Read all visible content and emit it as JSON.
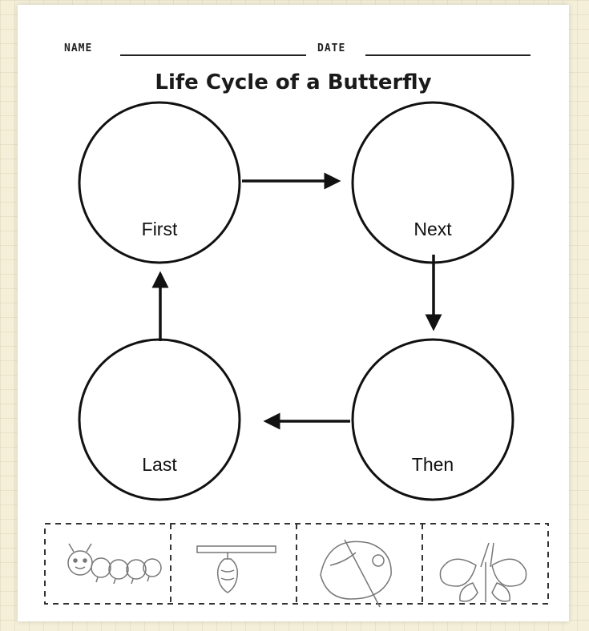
{
  "header": {
    "name_label": "NAME",
    "date_label": "DATE"
  },
  "title": "Life Cycle of a Butterfly",
  "stages": {
    "first": "First",
    "next": "Next",
    "then": "Then",
    "last": "Last"
  },
  "cutouts": [
    {
      "name": "caterpillar-picture"
    },
    {
      "name": "chrysalis-picture"
    },
    {
      "name": "egg-on-leaf-picture"
    },
    {
      "name": "butterfly-picture"
    }
  ]
}
